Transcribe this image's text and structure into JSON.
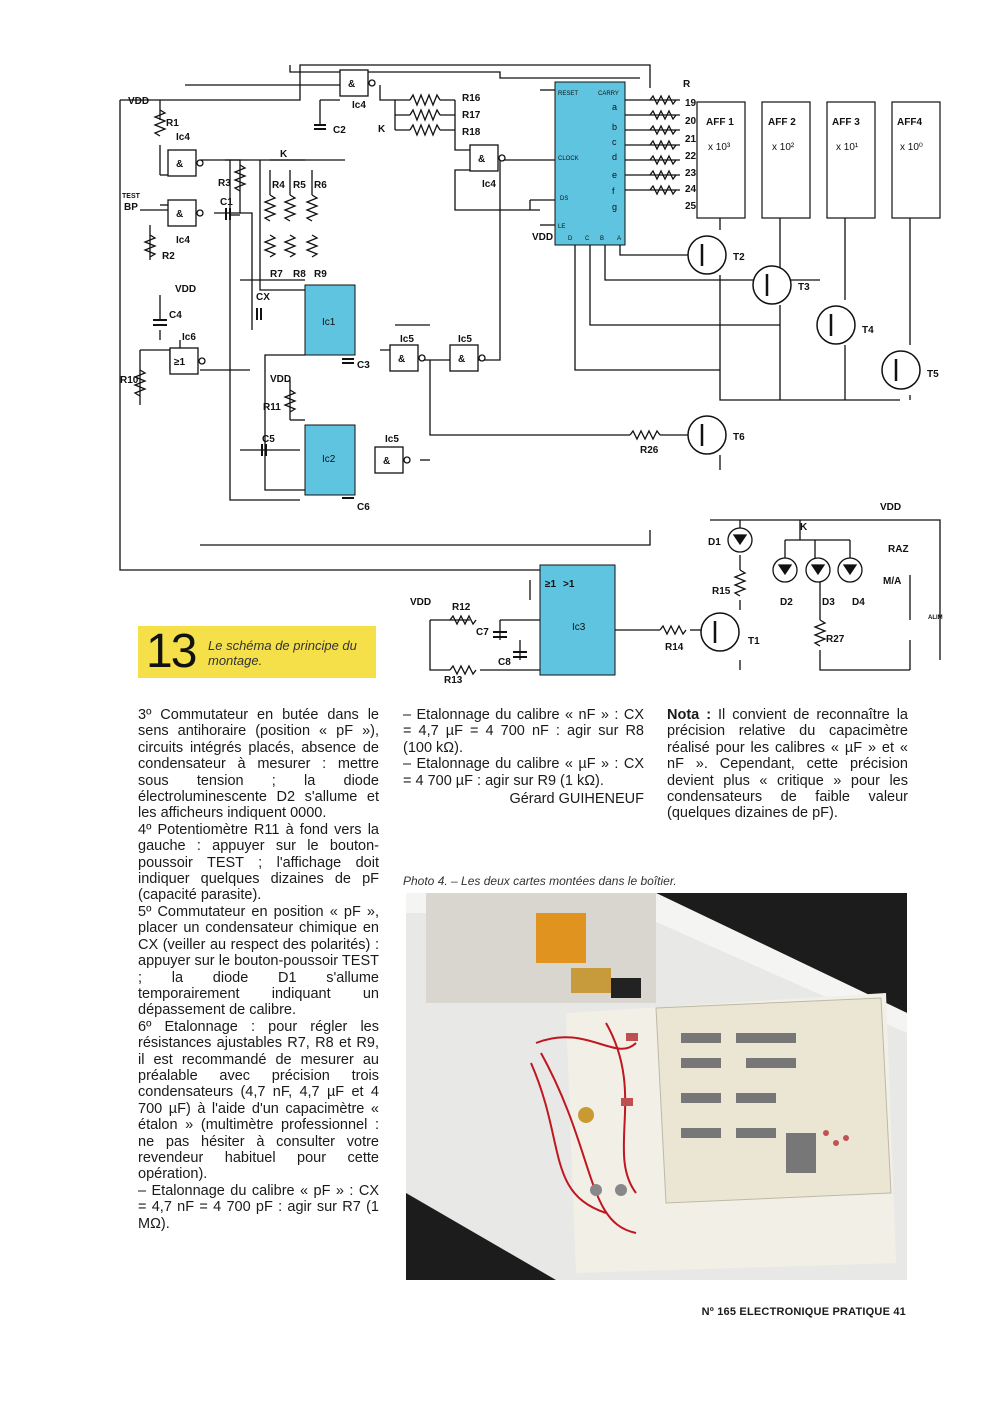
{
  "figure": {
    "number": "13",
    "caption": "Le schéma de principe du montage."
  },
  "schematic_labels": {
    "vdd": "VDD",
    "r": [
      "R1",
      "R2",
      "R3",
      "R4",
      "R5",
      "R6",
      "R7",
      "R8",
      "R9",
      "R10",
      "R11",
      "R12",
      "R13",
      "R14",
      "R15",
      "R16",
      "R17",
      "R18",
      "R26",
      "R27"
    ],
    "c": [
      "C1",
      "C2",
      "C3",
      "C4",
      "C5",
      "C6",
      "C7",
      "C8",
      "CX"
    ],
    "ic": [
      "Ic1",
      "Ic2",
      "Ic3",
      "Ic4",
      "Ic5",
      "Ic6"
    ],
    "t": [
      "T1",
      "T2",
      "T3",
      "T4",
      "T5",
      "T6"
    ],
    "d": [
      "D1",
      "D2",
      "D3",
      "D4"
    ],
    "aff": [
      {
        "name": "AFF 1",
        "mult": "x 10³"
      },
      {
        "name": "AFF 2",
        "mult": "x 10²"
      },
      {
        "name": "AFF 3",
        "mult": "x 10¹"
      },
      {
        "name": "AFF4",
        "mult": "x 10⁰"
      }
    ],
    "counter_pins": [
      "RESET",
      "CARRY",
      "CLOCK",
      "DS",
      "LE",
      "a",
      "b",
      "c",
      "d",
      "e",
      "f",
      "g",
      "D",
      "C",
      "B",
      "A"
    ],
    "seg_numbers": [
      "19",
      "20",
      "21",
      "22",
      "23",
      "24",
      "25"
    ],
    "test": "TEST",
    "bp": "BP",
    "k": "K",
    "raz": "RAZ",
    "ma": "M/A",
    "alim": "ALIM",
    "r_top": "R"
  },
  "column1": [
    "3º Commutateur en butée dans le sens antihoraire (position « pF »), circuits intégrés placés, absence de condensateur à mesurer : mettre sous tension ; la diode électroluminescente D2 s'allume et les afficheurs indiquent 0000.",
    "4º Potentiomètre R11 à fond vers la gauche : appuyer sur le bouton-poussoir TEST ; l'affichage doit indiquer quelques dizaines de pF (capacité parasite).",
    "5º Commutateur en position « pF », placer un condensateur chimique en CX (veiller au respect des polarités) : appuyer sur le bouton-poussoir TEST ; la diode D1 s'allume temporairement indiquant un dépassement de calibre.",
    "6º Etalonnage : pour régler les résistances ajustables R7, R8 et R9, il est recommandé de mesurer au préalable avec précision trois condensateurs (4,7 nF, 4,7 µF et 4 700 µF) à l'aide d'un capacimètre « étalon » (multimètre professionnel : ne pas hésiter à consulter votre revendeur habituel pour cette opération).",
    "– Etalonnage du calibre « pF » : CX = 4,7 nF = 4 700 pF : agir sur R7 (1 MΩ)."
  ],
  "column2": [
    "– Etalonnage du calibre « nF » : CX = 4,7 µF = 4 700 nF : agir sur R8 (100 kΩ).",
    "– Etalonnage du calibre « µF » : CX = 4 700 µF : agir sur R9 (1 kΩ)."
  ],
  "signature": "Gérard GUIHENEUF",
  "nota": {
    "label": "Nota :",
    "text": "Il convient de reconnaître la précision relative du capacimètre réalisé pour les calibres « µF » et « nF ». Cependant, cette précision devient plus « critique » pour les condensateurs de faible valeur (quelques dizaines de pF)."
  },
  "photo_caption": "Photo 4. – Les deux cartes montées dans le boîtier.",
  "footer": "Nº 165 ELECTRONIQUE PRATIQUE 41",
  "colors": {
    "ic_fill": "#5fc4e0",
    "caption_box": "#f5e04a",
    "photo_bg": "#1c1c1c"
  }
}
